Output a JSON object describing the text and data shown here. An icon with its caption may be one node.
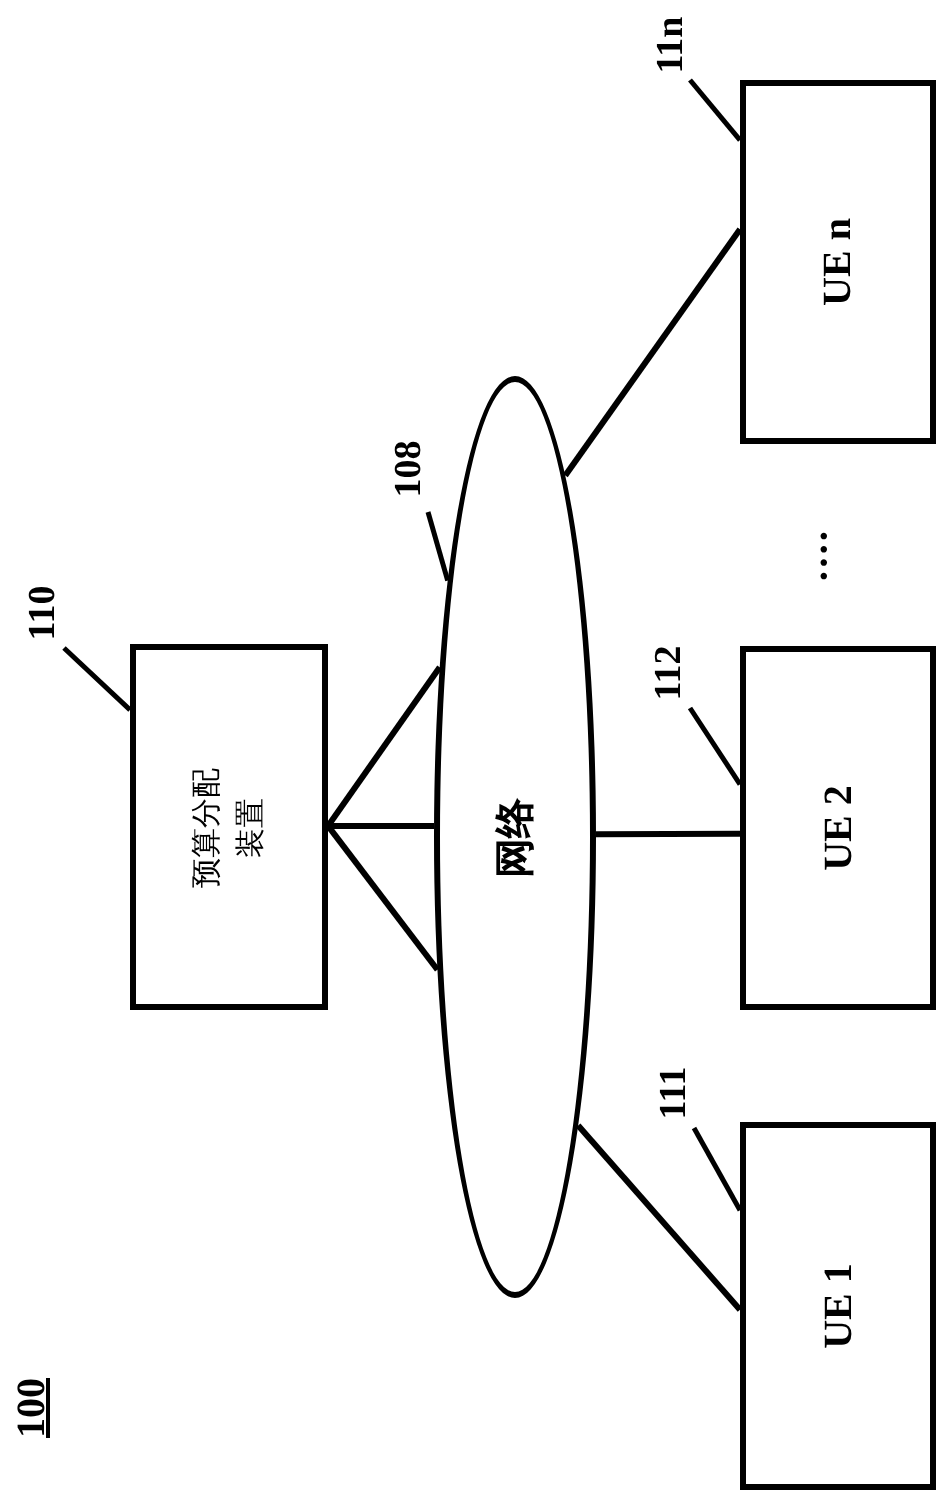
{
  "diagram": {
    "nodes": [
      {
        "text": [
          "预算分配装置"
        ]
      },
      {
        "text": [
          "网络"
        ]
      },
      {
        "text": [
          "UE n"
        ]
      },
      {
        "text": [
          "UE 2"
        ]
      },
      {
        "text": [
          "UE 1"
        ]
      },
      {
        "text": [
          "110"
        ]
      },
      {
        "text": [
          "108"
        ]
      },
      {
        "text": [
          "11n"
        ]
      },
      {
        "text": [
          "112"
        ]
      },
      {
        "text": [
          "111"
        ]
      }
    ],
    "edges": [
      {
        "from": 0,
        "to": 1,
        "arrow": "none"
      },
      {
        "from": 0,
        "to": 1,
        "arrow": "none"
      },
      {
        "from": 0,
        "to": 1,
        "arrow": "none"
      },
      {
        "from": 1,
        "to": 2,
        "arrow": "none"
      },
      {
        "from": 1,
        "to": 3,
        "arrow": "none"
      },
      {
        "from": 1,
        "to": 4,
        "arrow": "none"
      },
      {
        "from": 5,
        "to": 0,
        "arrow": "none"
      },
      {
        "from": 6,
        "to": 1,
        "arrow": "none"
      },
      {
        "from": 7,
        "to": 2,
        "arrow": "none"
      },
      {
        "from": 8,
        "to": 3,
        "arrow": "none"
      },
      {
        "from": 9,
        "to": 4,
        "arrow": "none"
      }
    ],
    "labels": [
      "····",
      "100"
    ]
  }
}
